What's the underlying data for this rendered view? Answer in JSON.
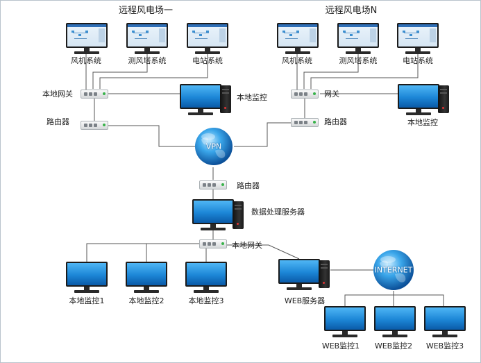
{
  "titles": {
    "farm1": "远程风电场一",
    "farmN": "远程风电场N"
  },
  "labels": {
    "f1_wind": "风机系统",
    "f1_tower": "测风塔系统",
    "f1_station": "电站系统",
    "f1_gateway": "本地网关",
    "f1_router": "路由器",
    "f1_local_monitor": "本地监控",
    "fN_wind": "风机系统",
    "fN_tower": "测风塔系统",
    "fN_station": "电站系统",
    "fN_gateway": "网关",
    "fN_router": "路由器",
    "fN_local_monitor": "本地监控",
    "vpn": "VPN",
    "center_router": "路由器",
    "data_server": "数据处理服务器",
    "center_gateway": "本地网关",
    "monitor1": "本地监控1",
    "monitor2": "本地监控2",
    "monitor3": "本地监控3",
    "web_server": "WEB服务器",
    "internet": "INTERNET",
    "web1": "WEB监控1",
    "web2": "WEB监控2",
    "web3": "WEB监控3"
  },
  "colors": {
    "wire": "#555555",
    "globe_light": "#7fd0ff",
    "globe_dark": "#0b63b5"
  },
  "icons": {
    "monitor": "monitor-icon",
    "tower": "pc-tower-icon",
    "netbox": "network-box-icon",
    "globe": "globe-icon"
  }
}
